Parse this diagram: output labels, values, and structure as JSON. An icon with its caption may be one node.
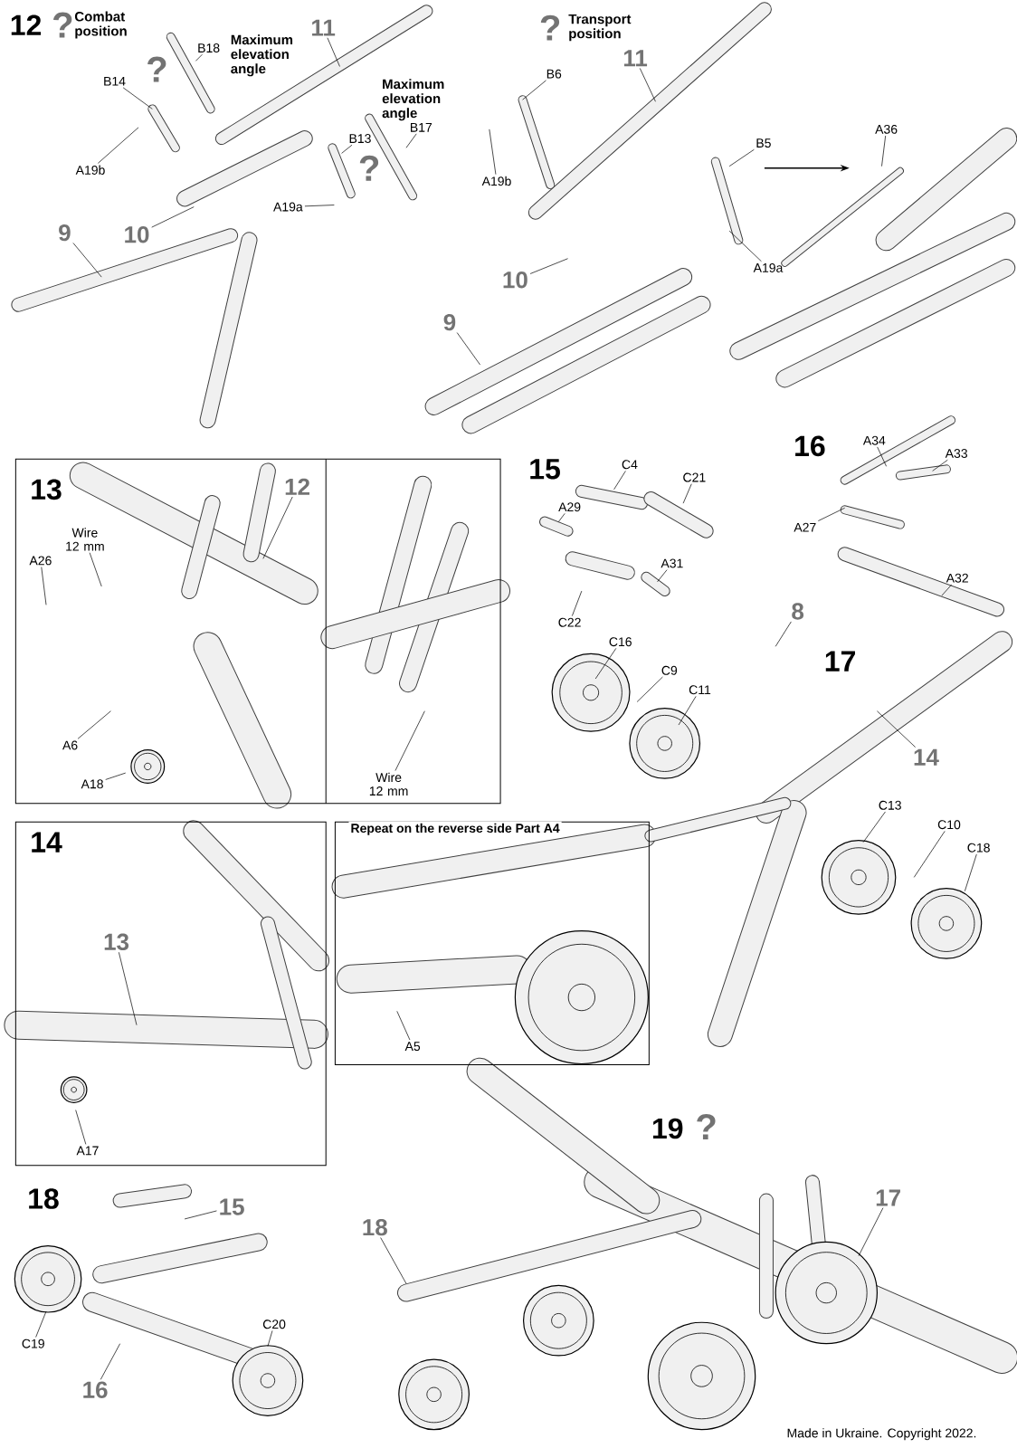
{
  "diagram": {
    "nodes": [
      {
        "text": [
          "Combat position"
        ]
      },
      {
        "text": [
          "11"
        ]
      },
      {
        "text": [
          "B18"
        ]
      },
      {
        "text": [
          "Maximum elevation angle"
        ]
      },
      {
        "text": [
          "B14"
        ]
      },
      {
        "text": [
          "Maximum elevation angle"
        ]
      },
      {
        "text": [
          "B17"
        ]
      },
      {
        "text": [
          "B13"
        ]
      },
      {
        "text": [
          "A19b"
        ]
      },
      {
        "text": [
          "A19a"
        ]
      },
      {
        "text": [
          "10"
        ]
      },
      {
        "text": [
          "9"
        ]
      },
      {
        "text": [
          "Transport position"
        ]
      },
      {
        "text": [
          "11"
        ]
      },
      {
        "text": [
          "B6"
        ]
      },
      {
        "text": [
          "B5"
        ]
      },
      {
        "text": [
          "A36"
        ]
      },
      {
        "text": [
          "A19b"
        ]
      },
      {
        "text": [
          "A19a"
        ]
      },
      {
        "text": [
          "10"
        ]
      },
      {
        "text": [
          "9"
        ]
      },
      {
        "text": [
          "C4"
        ]
      },
      {
        "text": [
          "A34"
        ]
      },
      {
        "text": [
          "C21"
        ]
      },
      {
        "text": [
          "A33"
        ]
      },
      {
        "text": [
          "A29"
        ]
      },
      {
        "text": [
          "A27"
        ]
      },
      {
        "text": [
          "12"
        ]
      },
      {
        "text": [
          "Wire 12 mm"
        ]
      },
      {
        "text": [
          "A26"
        ]
      },
      {
        "text": [
          "A31"
        ]
      },
      {
        "text": [
          "A32"
        ]
      },
      {
        "text": [
          "C22"
        ]
      },
      {
        "text": [
          "8"
        ]
      },
      {
        "text": [
          "C16"
        ]
      },
      {
        "text": [
          "C9"
        ]
      },
      {
        "text": [
          "C11"
        ]
      },
      {
        "text": [
          "A6"
        ]
      },
      {
        "text": [
          "A18"
        ]
      },
      {
        "text": [
          "Wire 12 mm"
        ]
      },
      {
        "text": [
          "14"
        ]
      },
      {
        "text": [
          "C13"
        ]
      },
      {
        "text": [
          "C10"
        ]
      },
      {
        "text": [
          "C18"
        ]
      },
      {
        "text": [
          "13"
        ]
      },
      {
        "text": [
          "A5"
        ]
      },
      {
        "text": [
          "A17"
        ]
      },
      {
        "text": [
          "17"
        ]
      },
      {
        "text": [
          "15"
        ]
      },
      {
        "text": [
          "18"
        ]
      },
      {
        "text": [
          "C19"
        ]
      },
      {
        "text": [
          "C20"
        ]
      },
      {
        "text": [
          "16"
        ]
      }
    ],
    "edges": [
      {
        "from": 1,
        "to": null,
        "arrow": "none"
      },
      {
        "from": 2,
        "to": null,
        "arrow": "none"
      },
      {
        "from": 4,
        "to": null,
        "arrow": "none"
      },
      {
        "from": 6,
        "to": null,
        "arrow": "none"
      },
      {
        "from": 7,
        "to": null,
        "arrow": "none"
      },
      {
        "from": 8,
        "to": null,
        "arrow": "none"
      },
      {
        "from": 9,
        "to": null,
        "arrow": "none"
      },
      {
        "from": 10,
        "to": null,
        "arrow": "none"
      },
      {
        "from": 11,
        "to": null,
        "arrow": "none"
      },
      {
        "from": 13,
        "to": null,
        "arrow": "none"
      },
      {
        "from": 14,
        "to": null,
        "arrow": "none"
      },
      {
        "from": 15,
        "to": null,
        "arrow": "none"
      },
      {
        "from": 16,
        "to": null,
        "arrow": "none"
      },
      {
        "from": 17,
        "to": null,
        "arrow": "none"
      },
      {
        "from": 18,
        "to": null,
        "arrow": "none"
      },
      {
        "from": 19,
        "to": null,
        "arrow": "none"
      },
      {
        "from": 20,
        "to": null,
        "arrow": "none"
      },
      {
        "from": 21,
        "to": null,
        "arrow": "none"
      },
      {
        "from": 22,
        "to": null,
        "arrow": "none"
      },
      {
        "from": 23,
        "to": null,
        "arrow": "none"
      },
      {
        "from": 24,
        "to": null,
        "arrow": "none"
      },
      {
        "from": 25,
        "to": null,
        "arrow": "none"
      },
      {
        "from": 26,
        "to": null,
        "arrow": "none"
      },
      {
        "from": 27,
        "to": null,
        "arrow": "none"
      },
      {
        "from": 28,
        "to": null,
        "arrow": "none"
      },
      {
        "from": 29,
        "to": null,
        "arrow": "none"
      },
      {
        "from": 30,
        "to": null,
        "arrow": "none"
      },
      {
        "from": 31,
        "to": null,
        "arrow": "none"
      },
      {
        "from": 32,
        "to": null,
        "arrow": "none"
      },
      {
        "from": 33,
        "to": null,
        "arrow": "none"
      },
      {
        "from": 34,
        "to": null,
        "arrow": "none"
      },
      {
        "from": 35,
        "to": null,
        "arrow": "none"
      },
      {
        "from": 36,
        "to": null,
        "arrow": "none"
      },
      {
        "from": 37,
        "to": null,
        "arrow": "none"
      },
      {
        "from": 38,
        "to": null,
        "arrow": "none"
      },
      {
        "from": 39,
        "to": null,
        "arrow": "none"
      },
      {
        "from": 40,
        "to": null,
        "arrow": "none"
      },
      {
        "from": 41,
        "to": null,
        "arrow": "none"
      },
      {
        "from": 42,
        "to": null,
        "arrow": "none"
      },
      {
        "from": 43,
        "to": null,
        "arrow": "none"
      },
      {
        "from": 44,
        "to": null,
        "arrow": "none"
      },
      {
        "from": 45,
        "to": null,
        "arrow": "none"
      },
      {
        "from": 46,
        "to": null,
        "arrow": "none"
      },
      {
        "from": 47,
        "to": null,
        "arrow": "none"
      },
      {
        "from": 48,
        "to": null,
        "arrow": "none"
      },
      {
        "from": 49,
        "to": null,
        "arrow": "none"
      },
      {
        "from": 50,
        "to": null,
        "arrow": "none"
      },
      {
        "from": 51,
        "to": null,
        "arrow": "none"
      },
      {
        "from": 52,
        "to": null,
        "arrow": "none"
      }
    ],
    "labels": [
      "12",
      "?",
      "?",
      "?",
      "?",
      "16",
      "15",
      "13",
      "17",
      "Repeat on the reverse side Part A4",
      "14",
      "19",
      "?",
      "18",
      "Made in Ukraine. Copyright 2022."
    ]
  }
}
